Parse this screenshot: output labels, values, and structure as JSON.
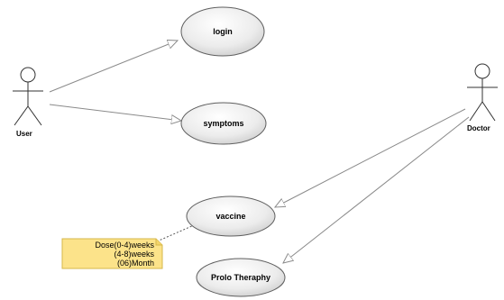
{
  "actors": {
    "user": {
      "label": "User"
    },
    "doctor": {
      "label": "Doctor"
    }
  },
  "use_cases": {
    "login": "login",
    "symptoms": "symptoms",
    "vaccine": "vaccine",
    "prolo": "Prolo Theraphy"
  },
  "note": {
    "lines": [
      "Dose(0-4)weeks",
      "(4-8)weeks",
      "(06)Month"
    ]
  },
  "colors": {
    "line": "#8a8a8a",
    "ellipse_fill": "#ececec",
    "ellipse_stroke": "#5f5f5f",
    "note_fill": "#fce38a",
    "note_stroke": "#d6b74a"
  }
}
